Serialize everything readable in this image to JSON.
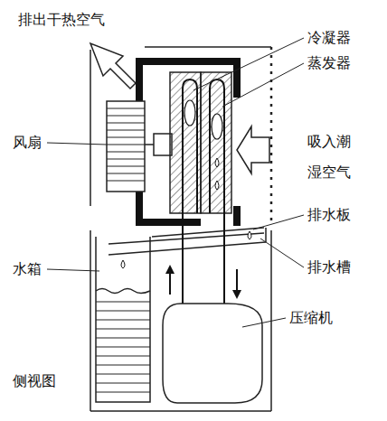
{
  "diagram": {
    "labels": [
      "排出干热空气",
      "冷凝器",
      "蒸发器",
      "吸入潮 湿空气",
      "风扇",
      "排水板",
      "水箱",
      "排水槽",
      "压缩机",
      "侧视图"
    ]
  }
}
